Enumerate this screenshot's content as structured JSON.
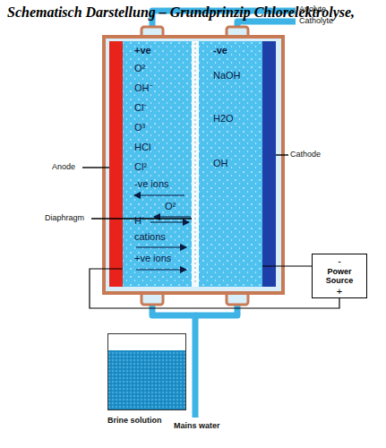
{
  "diagram": {
    "title": "Schematisch Darstellung – Grundprinzip Chlorelektrolyse,",
    "nodes": [
      {
        "text": [
          "+ve",
          "O²",
          "OH⁻",
          "Cl⁻",
          "O³",
          "HCl",
          "Cl²",
          "-ve ions",
          "O²",
          "H⁺",
          "cations",
          "+ve ions"
        ]
      },
      {
        "text": [
          "-ve",
          "NaOH",
          "H2O",
          "OH"
        ]
      },
      {
        "text": [
          "-",
          "Power Source",
          "+"
        ]
      },
      {
        "text": [
          "Brine solution"
        ]
      }
    ],
    "edges": [
      {
        "from": 2,
        "to": 1,
        "arrow": "none"
      },
      {
        "from": 2,
        "to": 0,
        "arrow": "none"
      }
    ],
    "labels": [
      "Anolyte",
      "Catholyte",
      "Anode",
      "Cathode",
      "Diaphragm",
      "Mains water"
    ]
  }
}
